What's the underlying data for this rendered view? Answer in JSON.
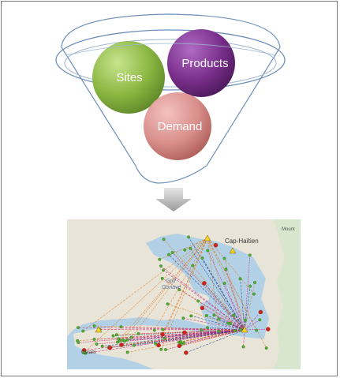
{
  "diagram": {
    "circles": [
      {
        "label": "Products",
        "color": "#7a2f8c"
      },
      {
        "label": "Sites",
        "color": "#86b43b"
      },
      {
        "label": "Demand",
        "color": "#d98f8c"
      }
    ],
    "arrow_color": "#a9a9a9"
  },
  "map": {
    "labels": {
      "city_main": "Cap-Haïtien",
      "gulf": "Gulf",
      "gonave": "Gonave",
      "city_sw": "Corails",
      "mountain": "Mount"
    },
    "colors": {
      "land": "#e9e4d8",
      "water": "#b3d1e6",
      "route_orange": "#e07b1f",
      "route_pink": "#c8257a",
      "route_blue": "#1f3a8a",
      "node_green": "#4caf2e",
      "node_red": "#d62020",
      "hub_yellow": "#f4d22a"
    }
  }
}
